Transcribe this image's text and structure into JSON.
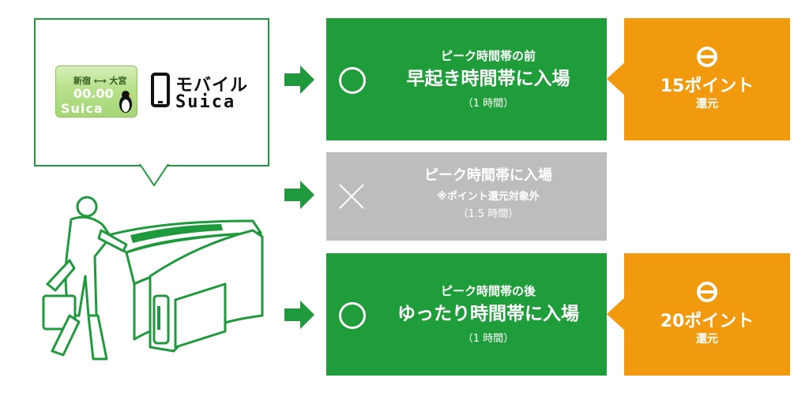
{
  "card": {
    "route": "新宿 ⟷ 大宮",
    "balance": "00.00",
    "brand": "Suica"
  },
  "mobile": {
    "title": "モバイル",
    "subtitle": "Suica"
  },
  "rows": [
    {
      "line1": "ピーク時間帯の前",
      "line2": "早起き時間帯に入場",
      "line3": "（1 時間）"
    },
    {
      "line1": "ピーク時間帯に入場",
      "line2": "※ポイント還元対象外",
      "line3": "（1.5 時間）"
    },
    {
      "line1": "ピーク時間帯の後",
      "line2": "ゆったり時間帯に入場",
      "line3": "（1 時間）"
    }
  ],
  "points": [
    {
      "amount": "15ポイント",
      "label": "還元"
    },
    {
      "amount": "20ポイント",
      "label": "還元"
    }
  ],
  "colors": {
    "green": "#1f9d3b",
    "gray": "#bdbdbd",
    "orange": "#f19a0e",
    "arrow_green": "#1e9a3c"
  },
  "icons": [
    "circle-icon",
    "cross-icon",
    "jre-point-icon",
    "arrow-right-icon",
    "commuter-gate-illustration",
    "phone-icon",
    "penguin-icon"
  ]
}
